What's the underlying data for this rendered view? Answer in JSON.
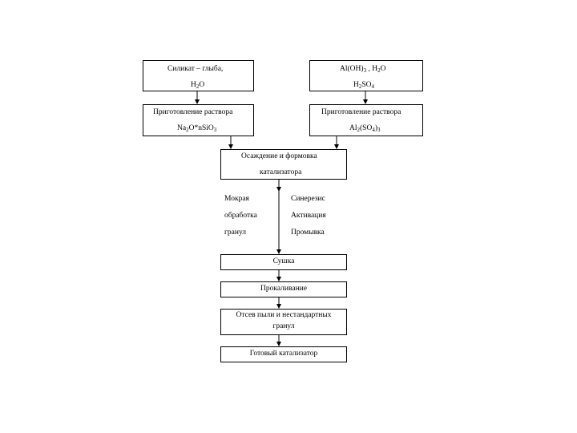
{
  "diagram": {
    "raw_left": {
      "line1": "Силикат – глыба,",
      "line2": {
        "base": "H",
        "sub": "2",
        "tail": "O"
      }
    },
    "raw_right": {
      "line1": {
        "a": "Al(OH)",
        "s1": "3",
        "b": " , H",
        "s2": "2",
        "c": "O"
      },
      "line2": {
        "a": "H",
        "s1": "2",
        "b": "SO",
        "s2": "4"
      }
    },
    "prep_left": {
      "line1": "Приготовление раствора",
      "line2": {
        "a": "Na",
        "s1": "2",
        "b": "O*nSiO",
        "s2": "3"
      }
    },
    "prep_right": {
      "line1": "Приготовление раствора",
      "line2": {
        "a": "Al",
        "s1": "2",
        "b": "(SO",
        "s2": "4",
        "c": ")",
        "s3": "3"
      }
    },
    "precip": {
      "line1": "Осаждение и формовка",
      "line2": "катализатора"
    },
    "treat_left": {
      "line1": "Мокрая",
      "line2": "обработка",
      "line3": "гранул"
    },
    "treat_right": {
      "line1": "Синерезис",
      "line2": "Активация",
      "line3": "Промывка"
    },
    "drying": "Сушка",
    "calcination": "Прокаливание",
    "sieving": {
      "line1": "Отсев пыли и нестандартных",
      "line2": "гранул"
    },
    "final": "Готовый катализатор"
  }
}
